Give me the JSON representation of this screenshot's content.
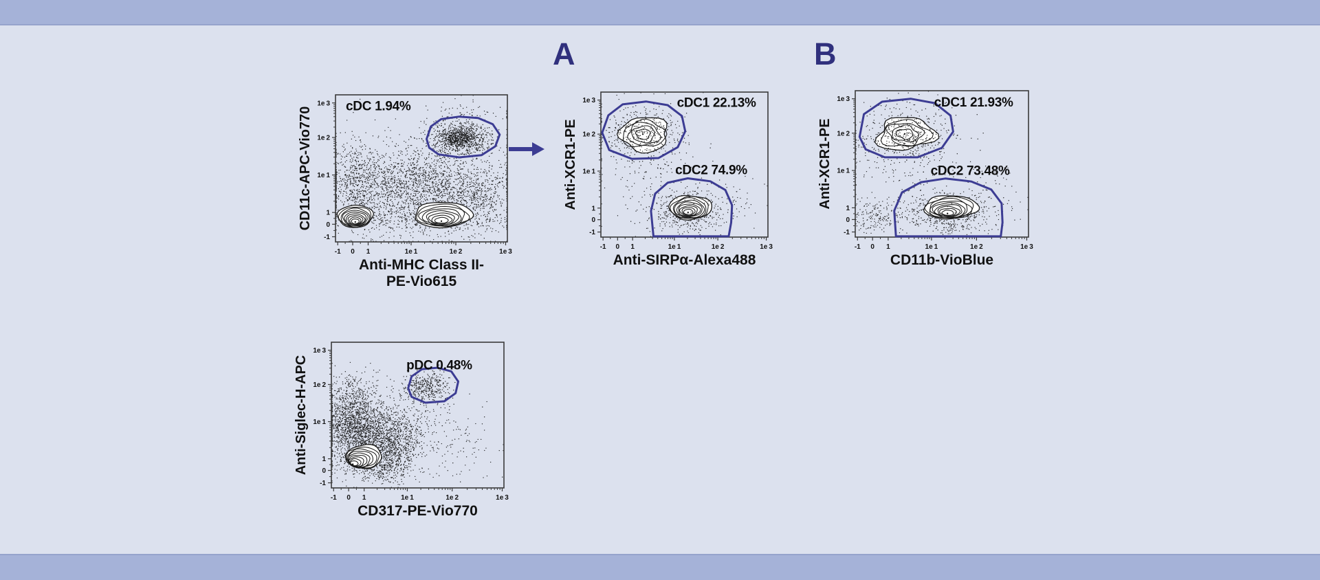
{
  "page": {
    "background": "#dce1ee",
    "top_band_color": "#a5b2d8",
    "bottom_band_color": "#a5b2d8",
    "band_edge_color": "#95a3cc"
  },
  "figure": {
    "panel_a_label": "A",
    "panel_b_label": "B",
    "panel_label_color": "#30307d",
    "accent_color": "#3c3c93",
    "gate_color": "#3c3c93",
    "contour_color": "#1b1b1b",
    "dot_color": "#151515",
    "frame_color": "#3a3a3a",
    "text_color": "#111111",
    "arrow": {
      "icon": "right-arrow",
      "from": "pregate-cDC-gate",
      "to": "panel-A"
    }
  },
  "chart_data": [
    {
      "id": "pregate",
      "type": "flow-contour",
      "panel": "",
      "xlabel_lines": [
        "Anti-MHC Class II-",
        "PE-Vio615"
      ],
      "ylabel": "CD11c-APC-Vio770",
      "x_tick_labels": [
        "-1",
        "0",
        "1",
        "1e1",
        "1e2",
        "1e3"
      ],
      "y_tick_labels": [
        "1e3",
        "1e2",
        "1e1",
        "1",
        "0",
        "-1"
      ],
      "axis_scale": "biexponential",
      "gates": [
        {
          "name": "cDC",
          "percent": "1.94%",
          "label": "cDC 1.94%",
          "label_at": [
            0.06,
            0.045
          ],
          "center_value": {
            "x": "1e2",
            "y": "1e2"
          },
          "polygon": [
            [
              0.53,
              0.3
            ],
            [
              0.555,
              0.215
            ],
            [
              0.615,
              0.165
            ],
            [
              0.72,
              0.148
            ],
            [
              0.83,
              0.158
            ],
            [
              0.915,
              0.2
            ],
            [
              0.955,
              0.27
            ],
            [
              0.93,
              0.35
            ],
            [
              0.85,
              0.41
            ],
            [
              0.72,
              0.425
            ],
            [
              0.6,
              0.405
            ],
            [
              0.545,
              0.36
            ]
          ]
        }
      ],
      "populations": [
        {
          "name": "MHCII-neg",
          "cx": 0.115,
          "cy": 0.87,
          "rx": 0.105,
          "ry": 0.075,
          "rings": 9,
          "wobble": 0.08,
          "skew": [
            0,
            -0.045
          ],
          "seed": 11
        },
        {
          "name": "MHCII-pos",
          "cx": 0.615,
          "cy": 0.865,
          "rx": 0.17,
          "ry": 0.085,
          "rings": 8,
          "wobble": 0.1,
          "skew": [
            0.01,
            -0.05
          ],
          "seed": 12
        }
      ],
      "scatter": [
        {
          "cx": 0.42,
          "cy": 0.6,
          "sx": 0.26,
          "sy": 0.1,
          "n": 1600,
          "seed": 21,
          "over": false
        },
        {
          "cx": 0.8,
          "cy": 0.72,
          "sx": 0.1,
          "sy": 0.12,
          "n": 500,
          "seed": 22,
          "over": false
        },
        {
          "cx": 0.115,
          "cy": 0.55,
          "sx": 0.05,
          "sy": 0.14,
          "n": 280,
          "seed": 23,
          "over": false
        },
        {
          "cx": 0.72,
          "cy": 0.3,
          "sx": 0.095,
          "sy": 0.06,
          "n": 750,
          "seed": 24,
          "over": false
        },
        {
          "cx": 0.72,
          "cy": 0.295,
          "sx": 0.05,
          "sy": 0.032,
          "n": 350,
          "seed": 25,
          "over": false
        },
        {
          "cx": 0.5,
          "cy": 0.4,
          "sx": 0.3,
          "sy": 0.15,
          "n": 200,
          "seed": 26,
          "over": false
        },
        {
          "cx": 0.45,
          "cy": 0.82,
          "sx": 0.25,
          "sy": 0.08,
          "n": 700,
          "seed": 27,
          "over": false
        },
        {
          "cx": 0.8,
          "cy": 0.12,
          "sx": 0.12,
          "sy": 0.05,
          "n": 60,
          "seed": 28,
          "over": false
        }
      ]
    },
    {
      "id": "panelA",
      "type": "flow-contour",
      "panel": "A",
      "xlabel_lines": [
        "Anti-SIRPα-Alexa488"
      ],
      "ylabel": "Anti-XCR1-PE",
      "x_tick_labels": [
        "-1",
        "0",
        "1",
        "1e1",
        "1e2",
        "1e3"
      ],
      "y_tick_labels": [
        "1e3",
        "1e2",
        "1e1",
        "1",
        "0",
        "-1"
      ],
      "axis_scale": "biexponential",
      "gates": [
        {
          "name": "cDC1",
          "percent": "22.13%",
          "label": "cDC1 22.13%",
          "label_at": [
            0.455,
            0.042
          ],
          "center_value": {
            "x": "1",
            "y": "1e2"
          },
          "polygon": [
            [
              0.008,
              0.28
            ],
            [
              0.045,
              0.16
            ],
            [
              0.13,
              0.085
            ],
            [
              0.27,
              0.065
            ],
            [
              0.4,
              0.09
            ],
            [
              0.485,
              0.165
            ],
            [
              0.505,
              0.27
            ],
            [
              0.46,
              0.38
            ],
            [
              0.345,
              0.455
            ],
            [
              0.185,
              0.46
            ],
            [
              0.05,
              0.4
            ]
          ]
        },
        {
          "name": "cDC2",
          "percent": "74.9%",
          "label": "cDC2 74.9%",
          "label_at": [
            0.445,
            0.505
          ],
          "center_value": {
            "x": "2e1",
            "y": "0"
          },
          "polygon": [
            [
              0.315,
              0.995
            ],
            [
              0.3,
              0.82
            ],
            [
              0.325,
              0.7
            ],
            [
              0.4,
              0.625
            ],
            [
              0.52,
              0.595
            ],
            [
              0.655,
              0.615
            ],
            [
              0.745,
              0.675
            ],
            [
              0.785,
              0.78
            ],
            [
              0.78,
              0.9
            ],
            [
              0.765,
              0.995
            ]
          ]
        }
      ],
      "populations": [
        {
          "name": "cDC1",
          "cx": 0.25,
          "cy": 0.29,
          "rx": 0.15,
          "ry": 0.115,
          "rings": 5,
          "wobble": 0.2,
          "skew": [
            0.01,
            0
          ],
          "seed": 31
        },
        {
          "name": "cDC2",
          "cx": 0.52,
          "cy": 0.835,
          "rx": 0.125,
          "ry": 0.085,
          "rings": 9,
          "wobble": 0.1,
          "skew": [
            0.015,
            -0.04
          ],
          "seed": 32
        }
      ],
      "scatter": [
        {
          "cx": 0.25,
          "cy": 0.29,
          "sx": 0.13,
          "sy": 0.1,
          "n": 420,
          "seed": 41,
          "over": true
        },
        {
          "cx": 0.52,
          "cy": 0.83,
          "sx": 0.11,
          "sy": 0.07,
          "n": 500,
          "seed": 42,
          "over": false
        },
        {
          "cx": 0.3,
          "cy": 0.55,
          "sx": 0.18,
          "sy": 0.16,
          "n": 140,
          "seed": 43,
          "over": true
        },
        {
          "cx": 0.75,
          "cy": 0.75,
          "sx": 0.12,
          "sy": 0.1,
          "n": 60,
          "seed": 44,
          "over": true
        }
      ]
    },
    {
      "id": "panelB",
      "type": "flow-contour",
      "panel": "B",
      "xlabel_lines": [
        "CD11b-VioBlue"
      ],
      "ylabel": "Anti-XCR1-PE",
      "x_tick_labels": [
        "-1",
        "0",
        "1",
        "1e1",
        "1e2",
        "1e3"
      ],
      "y_tick_labels": [
        "1e3",
        "1e2",
        "1e1",
        "1",
        "0",
        "-1"
      ],
      "axis_scale": "biexponential",
      "gates": [
        {
          "name": "cDC1",
          "percent": "21.93%",
          "label": "cDC1 21.93%",
          "label_at": [
            0.455,
            0.048
          ],
          "center_value": {
            "x": "3",
            "y": "1e2"
          },
          "polygon": [
            [
              0.025,
              0.315
            ],
            [
              0.05,
              0.16
            ],
            [
              0.155,
              0.075
            ],
            [
              0.32,
              0.055
            ],
            [
              0.46,
              0.085
            ],
            [
              0.55,
              0.17
            ],
            [
              0.565,
              0.28
            ],
            [
              0.5,
              0.39
            ],
            [
              0.36,
              0.455
            ],
            [
              0.17,
              0.455
            ],
            [
              0.06,
              0.4
            ]
          ]
        },
        {
          "name": "cDC2",
          "percent": "73.48%",
          "label": "cDC2 73.48%",
          "label_at": [
            0.435,
            0.515
          ],
          "center_value": {
            "x": "3e1",
            "y": "0"
          },
          "polygon": [
            [
              0.235,
              0.995
            ],
            [
              0.225,
              0.82
            ],
            [
              0.27,
              0.695
            ],
            [
              0.38,
              0.625
            ],
            [
              0.52,
              0.6
            ],
            [
              0.67,
              0.62
            ],
            [
              0.785,
              0.675
            ],
            [
              0.845,
              0.77
            ],
            [
              0.85,
              0.9
            ],
            [
              0.84,
              0.995
            ]
          ]
        }
      ],
      "populations": [
        {
          "name": "cDC1",
          "cx": 0.285,
          "cy": 0.295,
          "rx": 0.16,
          "ry": 0.115,
          "rings": 5,
          "wobble": 0.26,
          "skew": [
            0.005,
            0
          ],
          "seed": 51
        },
        {
          "name": "cDC2",
          "cx": 0.53,
          "cy": 0.845,
          "rx": 0.155,
          "ry": 0.08,
          "rings": 9,
          "wobble": 0.12,
          "skew": [
            0.02,
            -0.05
          ],
          "seed": 52
        }
      ],
      "scatter": [
        {
          "cx": 0.29,
          "cy": 0.3,
          "sx": 0.14,
          "sy": 0.11,
          "n": 450,
          "seed": 61,
          "over": true
        },
        {
          "cx": 0.53,
          "cy": 0.84,
          "sx": 0.14,
          "sy": 0.07,
          "n": 550,
          "seed": 62,
          "over": false
        },
        {
          "cx": 0.32,
          "cy": 0.55,
          "sx": 0.2,
          "sy": 0.16,
          "n": 150,
          "seed": 63,
          "over": true
        },
        {
          "cx": 0.12,
          "cy": 0.86,
          "sx": 0.06,
          "sy": 0.05,
          "n": 150,
          "seed": 64,
          "over": false
        },
        {
          "cx": 0.78,
          "cy": 0.7,
          "sx": 0.12,
          "sy": 0.12,
          "n": 60,
          "seed": 65,
          "over": true
        }
      ]
    },
    {
      "id": "pdc",
      "type": "flow-contour",
      "panel": "",
      "xlabel_lines": [
        "CD317-PE-Vio770"
      ],
      "ylabel": "Anti-Siglec-H-APC",
      "x_tick_labels": [
        "-1",
        "0",
        "1",
        "1e1",
        "1e2",
        "1e3"
      ],
      "y_tick_labels": [
        "1e3",
        "1e2",
        "1e1",
        "1",
        "0",
        "-1"
      ],
      "axis_scale": "biexponential",
      "gates": [
        {
          "name": "pDC",
          "percent": "0.48%",
          "label": "pDC 0.48%",
          "label_at": [
            0.435,
            0.125
          ],
          "center_value": {
            "x": "2e1",
            "y": "5e1"
          },
          "polygon": [
            [
              0.445,
              0.315
            ],
            [
              0.465,
              0.235
            ],
            [
              0.525,
              0.185
            ],
            [
              0.615,
              0.175
            ],
            [
              0.695,
              0.2
            ],
            [
              0.735,
              0.27
            ],
            [
              0.72,
              0.35
            ],
            [
              0.655,
              0.405
            ],
            [
              0.545,
              0.415
            ],
            [
              0.465,
              0.375
            ]
          ]
        }
      ],
      "populations": [
        {
          "name": "Siglec-H-neg",
          "cx": 0.115,
          "cy": 0.845,
          "rx": 0.105,
          "ry": 0.08,
          "rings": 9,
          "wobble": 0.1,
          "skew": [
            0.075,
            -0.06
          ],
          "seed": 71
        }
      ],
      "scatter": [
        {
          "cx": 0.16,
          "cy": 0.6,
          "sx": 0.11,
          "sy": 0.13,
          "n": 2000,
          "seed": 81,
          "over": false
        },
        {
          "cx": 0.34,
          "cy": 0.7,
          "sx": 0.09,
          "sy": 0.09,
          "n": 700,
          "seed": 82,
          "over": false
        },
        {
          "cx": 0.1,
          "cy": 0.38,
          "sx": 0.06,
          "sy": 0.1,
          "n": 250,
          "seed": 83,
          "over": false
        },
        {
          "cx": 0.55,
          "cy": 0.31,
          "sx": 0.07,
          "sy": 0.05,
          "n": 380,
          "seed": 84,
          "over": false
        },
        {
          "cx": 0.45,
          "cy": 0.55,
          "sx": 0.12,
          "sy": 0.1,
          "n": 180,
          "seed": 85,
          "over": false
        },
        {
          "cx": 0.7,
          "cy": 0.7,
          "sx": 0.12,
          "sy": 0.12,
          "n": 120,
          "seed": 86,
          "over": false
        },
        {
          "cx": 0.3,
          "cy": 0.85,
          "sx": 0.1,
          "sy": 0.06,
          "n": 400,
          "seed": 87,
          "over": false
        }
      ]
    }
  ]
}
